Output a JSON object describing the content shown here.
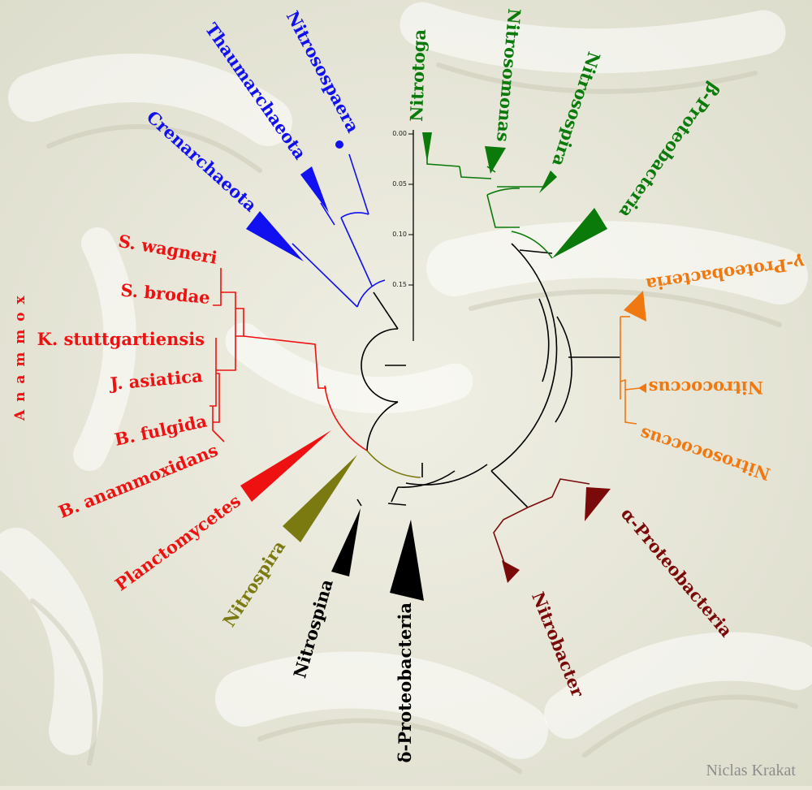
{
  "colors": {
    "archaea": "#1010f0",
    "beta": "#0a7a0a",
    "gamma": "#f07810",
    "alpha": "#7a0a0a",
    "delta": "#000000",
    "nitrospira": "#7a7a10",
    "anammox": "#ee1111",
    "backbone": "#000000"
  },
  "scale": {
    "ticks": [
      "0.00",
      "0.05",
      "0.10",
      "0.15"
    ]
  },
  "groups": {
    "nitrosospaera": "Nitrosospaera",
    "thaumarchaeota": "Thaumarchaeota",
    "crenarchaeota": "Crenarchaeota",
    "nitrotoga": "Nitrotoga",
    "nitrosomonas": "Nitrosomonas",
    "nitrosospira": "Nitrosospira",
    "beta_proteobacteria": "β-Proteobacteria",
    "gamma_proteobacteria": "γ-Proteobacteria",
    "nitrococcus": "Nitrococcus",
    "nitrosococcus": "Nitrosococcus",
    "alpha_proteobacteria": "α-Proteobacteria",
    "nitrobacter": "Nitrobacter",
    "delta_proteobacteria": "δ-Proteobacteria",
    "nitrospina": "Nitrospina",
    "nitrospira": "Nitrospira",
    "planctomycetes": "Planctomycetes",
    "b_anammoxidans": "B. anammoxidans",
    "b_fulgida": "B. fulgida",
    "j_asiatica": "J. asiatica",
    "k_stuttgartiensis": "K. stuttgartiensis",
    "s_brodae": "S. brodae",
    "s_wagneri": "S. wagneri"
  },
  "anammox_label": "A n a m m o x",
  "credit": "Niclas Krakat"
}
